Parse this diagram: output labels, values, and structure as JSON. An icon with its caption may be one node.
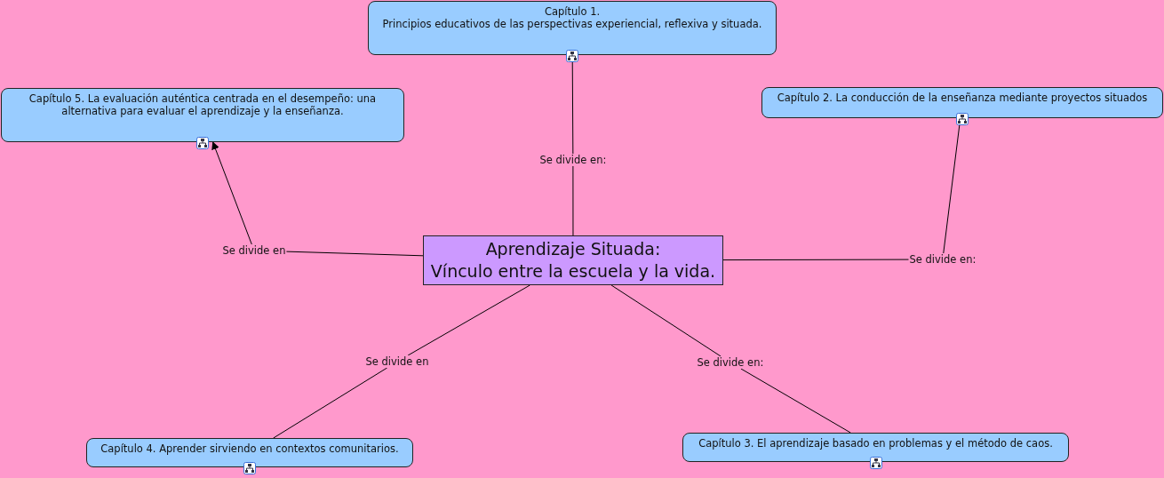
{
  "diagram": {
    "nodes": [
      {
        "text": [
          "Capítulo 1.",
          "Principios educativos de las perspectivas experiencial, reflexiva y situada."
        ]
      },
      {
        "text": [
          "Capítulo 5. La evaluación auténtica centrada en el desempeño: una alternativa para evaluar el aprendizaje y la enseñanza."
        ]
      },
      {
        "text": [
          "Capítulo 2. La conducción de la enseñanza mediante proyectos situados"
        ]
      },
      {
        "text": [
          "Se divide en:"
        ]
      },
      {
        "text": [
          "Se divide en"
        ]
      },
      {
        "text": [
          "Aprendizaje Situada:",
          "Vínculo entre la escuela y la vida."
        ]
      },
      {
        "text": [
          "Se divide en:"
        ]
      },
      {
        "text": [
          "Se divide en"
        ]
      },
      {
        "text": [
          "Se divide en:"
        ]
      },
      {
        "text": [
          "Capítulo 4. Aprender sirviendo en contextos comunitarios."
        ]
      },
      {
        "text": [
          "Capítulo 3. El aprendizaje basado en problemas y el método de caos."
        ]
      }
    ],
    "edges": [
      {
        "from": 5,
        "to": 3,
        "arrow": "none"
      },
      {
        "from": 3,
        "to": 0,
        "arrow": "none"
      },
      {
        "from": 5,
        "to": 4,
        "arrow": "none"
      },
      {
        "from": 4,
        "to": 1,
        "arrow": "to"
      },
      {
        "from": 5,
        "to": 6,
        "arrow": "none"
      },
      {
        "from": 6,
        "to": 2,
        "arrow": "none"
      },
      {
        "from": 5,
        "to": 7,
        "arrow": "none"
      },
      {
        "from": 7,
        "to": 9,
        "arrow": "none"
      },
      {
        "from": 5,
        "to": 8,
        "arrow": "none"
      },
      {
        "from": 8,
        "to": 10,
        "arrow": "none"
      }
    ]
  }
}
